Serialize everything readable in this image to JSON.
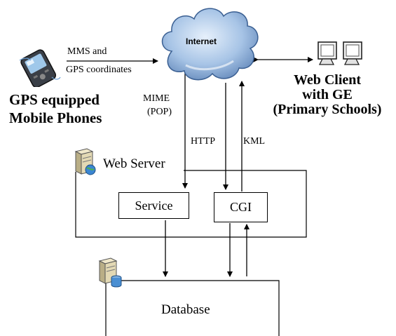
{
  "internet": {
    "label": "Internet"
  },
  "mobile": {
    "arrow_label_line1": "MMS and",
    "arrow_label_line2": "GPS coordinates",
    "title_line1": "GPS equipped",
    "title_line2": "Mobile Phones"
  },
  "web_client": {
    "title_line1": "Web Client",
    "title_line2": "with GE",
    "title_line3": "(Primary Schools)"
  },
  "protocols": {
    "mime": "MIME",
    "pop": "(POP)",
    "http": "HTTP",
    "kml": "KML"
  },
  "web_server": {
    "label": "Web Server",
    "service": "Service",
    "cgi": "CGI"
  },
  "database": {
    "label": "Database"
  },
  "colors": {
    "cloud": "#8fb3dc",
    "cloud_dark": "#4c74a8",
    "line": "#000000"
  }
}
